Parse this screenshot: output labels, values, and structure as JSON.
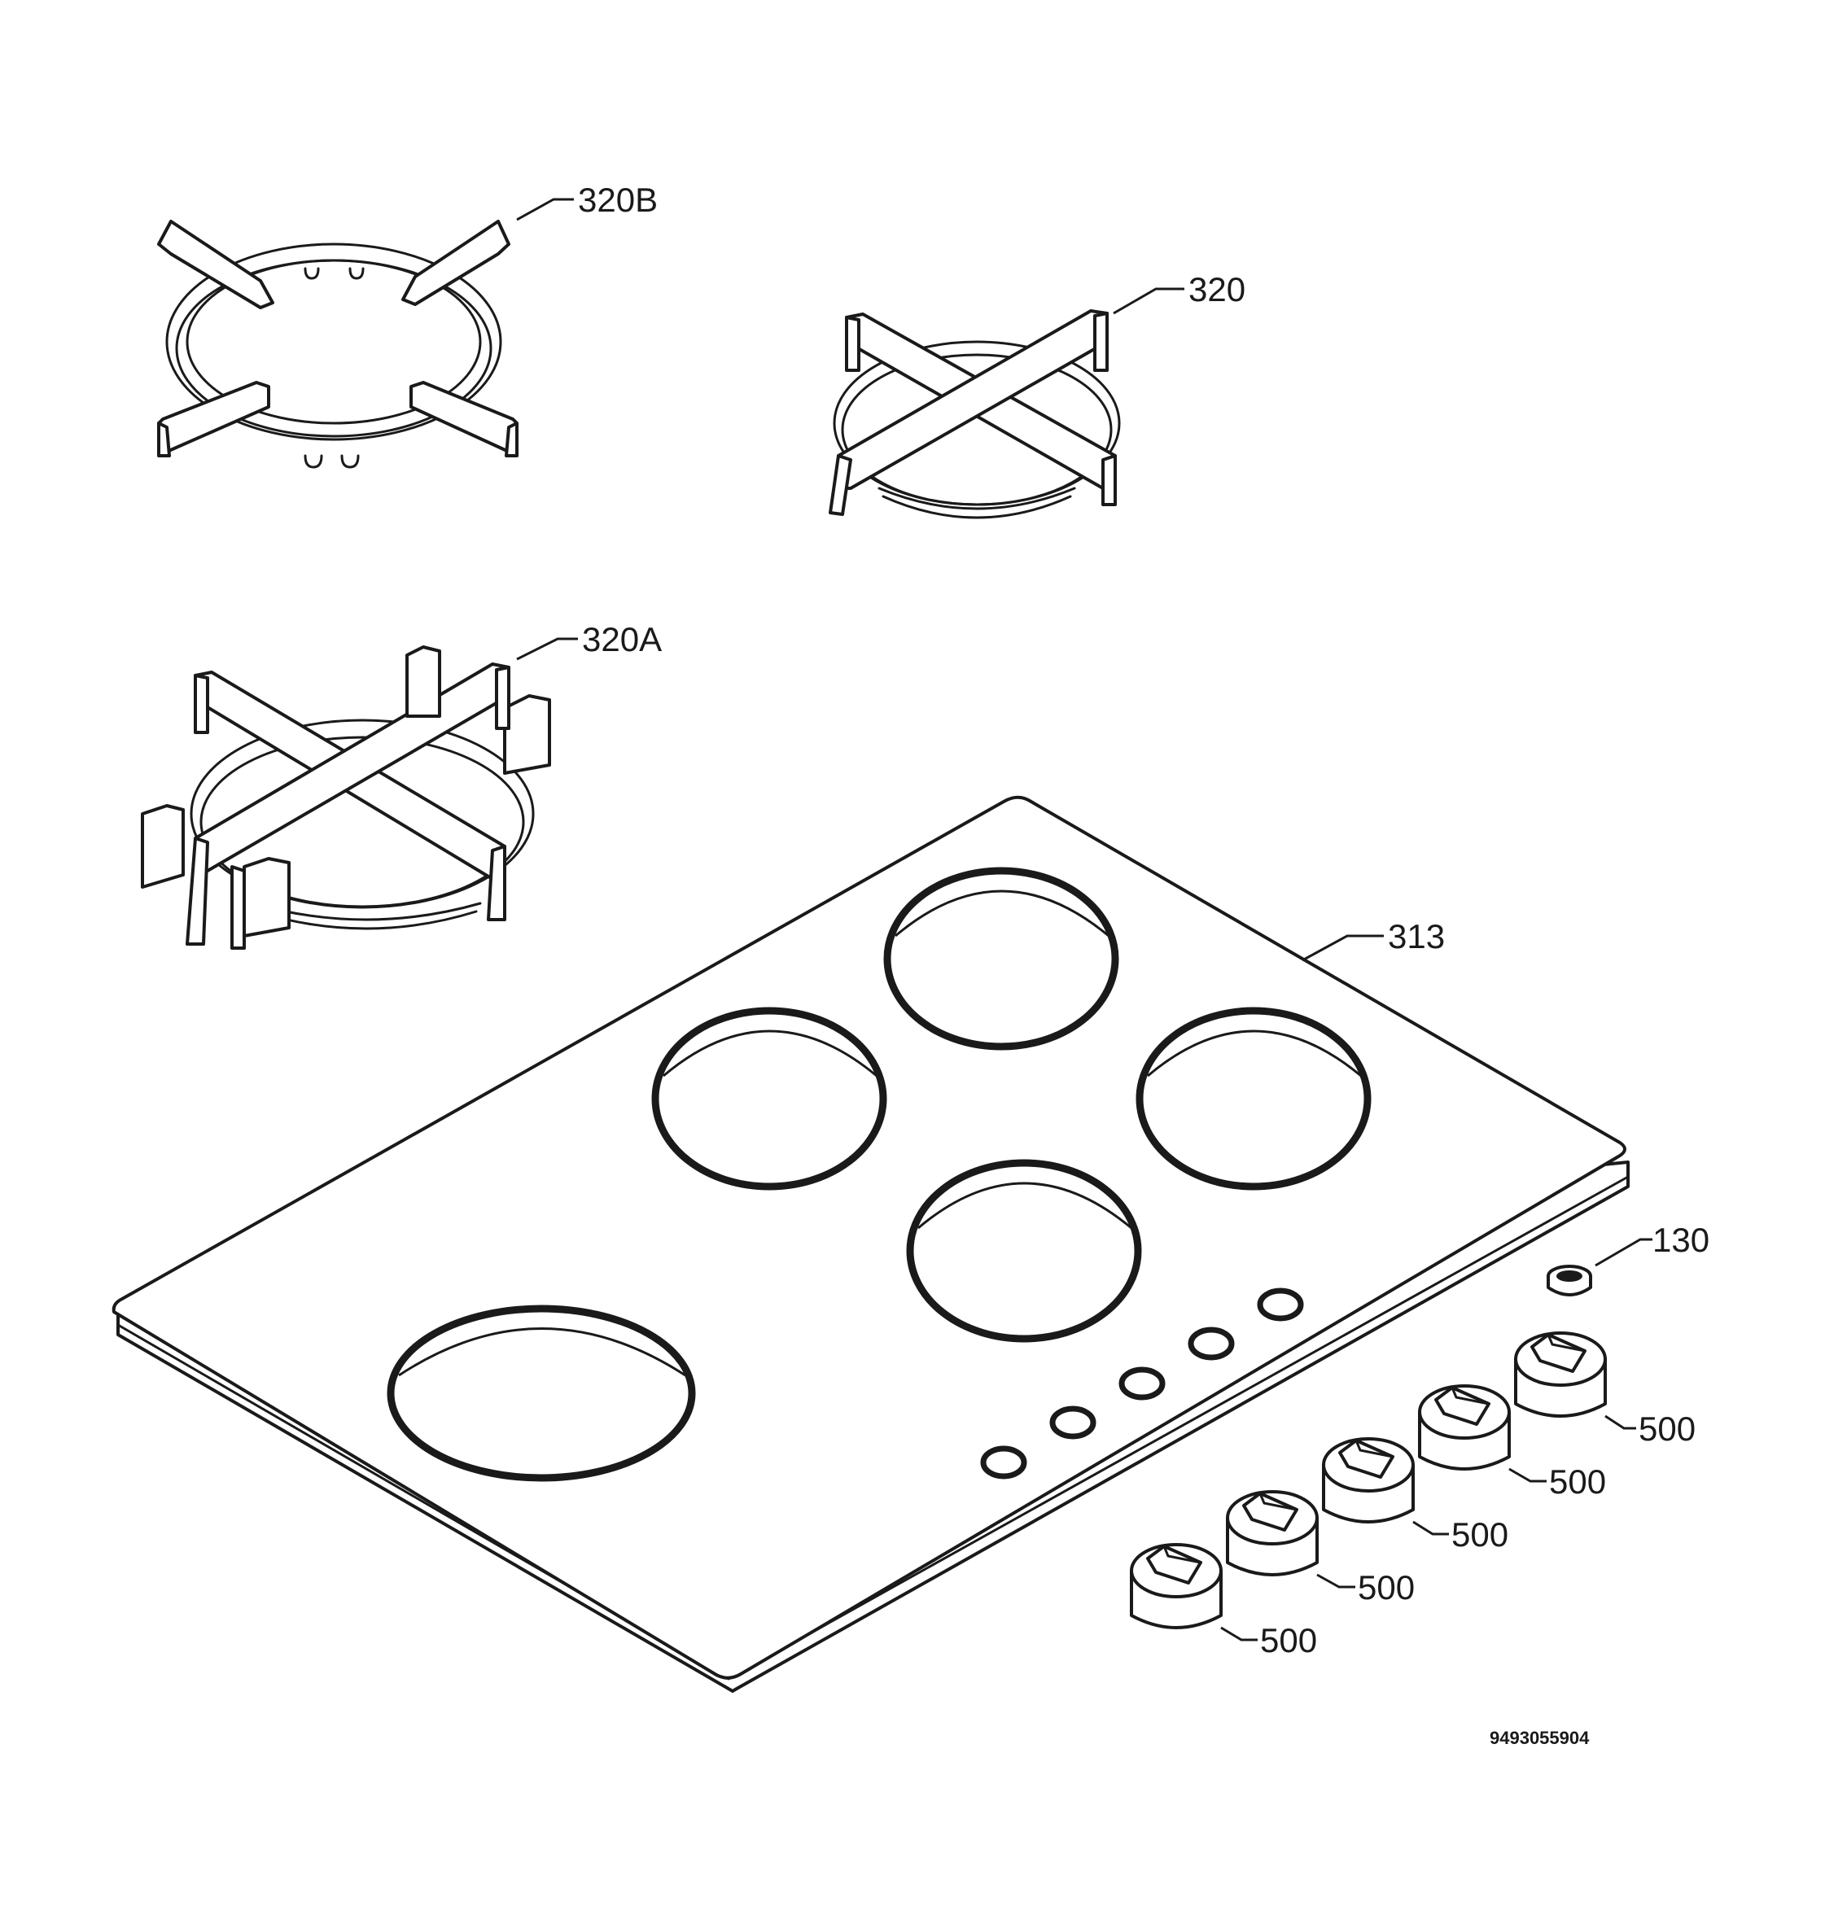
{
  "callouts": {
    "grate_top_left": "320B",
    "grate_top_right": "320",
    "grate_middle_left": "320A",
    "hob_top": "313",
    "knob_bushing": "130",
    "knob_1": "500",
    "knob_2": "500",
    "knob_3": "500",
    "knob_4": "500",
    "knob_5": "500"
  },
  "document_id": "9493055904"
}
